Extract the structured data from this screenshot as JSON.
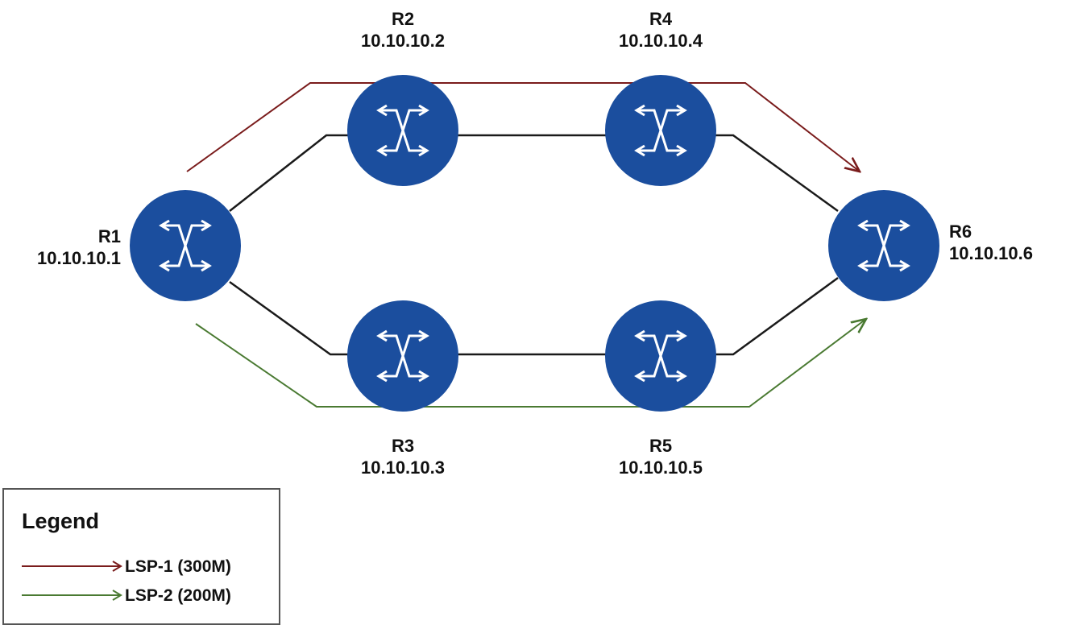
{
  "routers": [
    {
      "name": "R1",
      "ip": "10.10.10.1"
    },
    {
      "name": "R2",
      "ip": "10.10.10.2"
    },
    {
      "name": "R3",
      "ip": "10.10.10.3"
    },
    {
      "name": "R4",
      "ip": "10.10.10.4"
    },
    {
      "name": "R5",
      "ip": "10.10.10.5"
    },
    {
      "name": "R6",
      "ip": "10.10.10.6"
    }
  ],
  "links": [
    [
      "R1",
      "R2"
    ],
    [
      "R2",
      "R4"
    ],
    [
      "R4",
      "R6"
    ],
    [
      "R1",
      "R3"
    ],
    [
      "R3",
      "R5"
    ],
    [
      "R5",
      "R6"
    ]
  ],
  "lsps": [
    {
      "label": "LSP-1 (300M)",
      "path": [
        "R1",
        "R2",
        "R4",
        "R6"
      ],
      "color": "#7a1c1c"
    },
    {
      "label": "LSP-2 (200M)",
      "path": [
        "R1",
        "R3",
        "R5",
        "R6"
      ],
      "color": "#4a7a32"
    }
  ],
  "legend": {
    "title": "Legend"
  },
  "colors": {
    "router_fill": "#1b4e9e",
    "link": "#1a1a1a",
    "icon": "#ffffff"
  },
  "icon": "router-icon"
}
